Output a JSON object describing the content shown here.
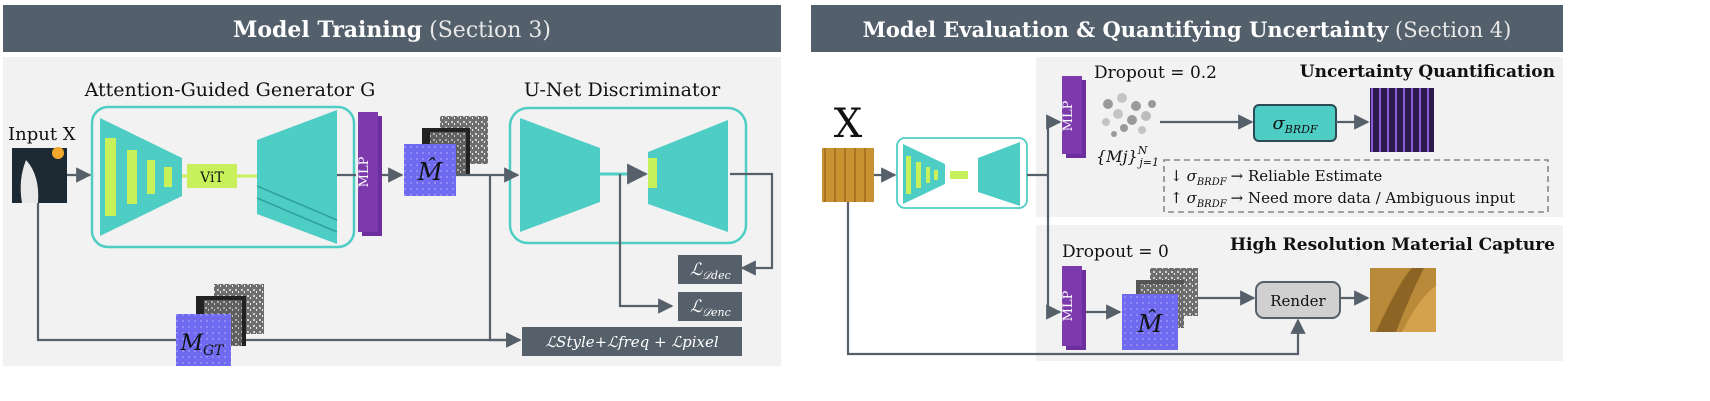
{
  "colors": {
    "header_bg": "#535f6b",
    "panel_bg": "#f2f2f2",
    "teal": "#4ecdc4",
    "teal_dark": "#3fb8b0",
    "lime": "#c8f05a",
    "purple": "#7c3aad",
    "blue_map": "#6f6af0",
    "loss_box": "#56606b",
    "arrow": "#56606b",
    "render_box": "#d0d0d0"
  },
  "left": {
    "header_bold": "Model Training",
    "header_rest": "(Section 3)",
    "generator_label": "Attention-Guided Generator G",
    "discriminator_label": "U-Net Discriminator",
    "input_label": "Input X",
    "vit_label": "ViT",
    "mlp_label": "MLP",
    "mhat_label": "M̂",
    "mgt_label": "M",
    "mgt_sub": "GT",
    "loss_dec": "ℒ",
    "loss_dec_sub": "𝒟dec",
    "loss_enc": "ℒ",
    "loss_enc_sub": "𝒟enc",
    "loss_total": "ℒStyle+ℒfreq + ℒpixel"
  },
  "right": {
    "header_bold": "Model Evaluation & Quantifying Uncertainty",
    "header_rest": "(Section 4)",
    "x_label": "X",
    "dropout_high": "Dropout = 0.2",
    "dropout_zero": "Dropout = 0",
    "uq_title": "Uncertainty Quantification",
    "hr_title": "High Resolution Material Capture",
    "mlp_label": "MLP",
    "samples_label": "{Mj}",
    "samples_sup": "N",
    "samples_sub": "j=1",
    "sigma_label": "σ",
    "sigma_sub": "BRDF",
    "note_down_arrow": "↓",
    "note_up_arrow": "↑",
    "note_sigma": "σ",
    "note_sigma_sub": "BRDF",
    "note_reliable": "→ Reliable Estimate",
    "note_ambiguous": "→ Need more data / Ambiguous input",
    "render_label": "Render",
    "mhat_label": "M̂"
  }
}
